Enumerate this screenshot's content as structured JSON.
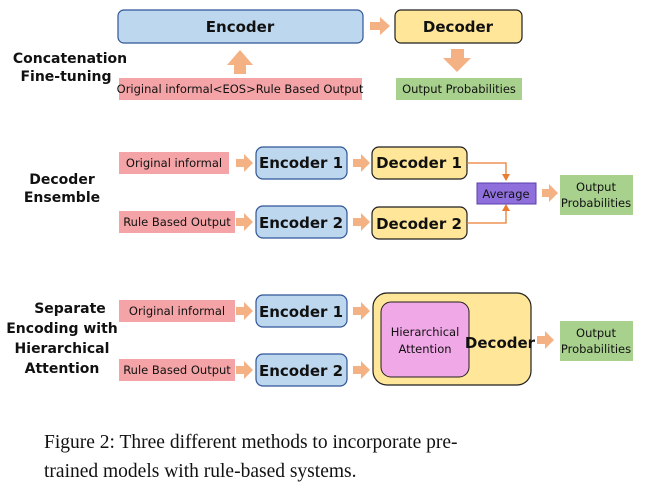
{
  "sections": {
    "concat": {
      "title_lines": [
        "Concatenation",
        "Fine-tuning"
      ],
      "encoder": "Encoder",
      "decoder": "Decoder",
      "input": "Original informal<EOS>Rule Based Output",
      "output": "Output Probabilities"
    },
    "ensemble": {
      "title_lines": [
        "Decoder",
        "Ensemble"
      ],
      "input1": "Original informal",
      "input2": "Rule Based Output",
      "encoder1": "Encoder 1",
      "encoder2": "Encoder 2",
      "decoder1": "Decoder 1",
      "decoder2": "Decoder 2",
      "average": "Average",
      "output_lines": [
        "Output",
        "Probabilities"
      ]
    },
    "separate": {
      "title_lines": [
        "Separate",
        "Encoding with",
        "Hierarchical",
        "Attention"
      ],
      "input1": "Original informal",
      "input2": "Rule Based Output",
      "encoder1": "Encoder 1",
      "encoder2": "Encoder 2",
      "attention_lines": [
        "Hierarchical",
        "Attention"
      ],
      "decoder": "Decoder",
      "output_lines": [
        "Output",
        "Probabilities"
      ]
    }
  },
  "caption": {
    "line1": "Figure 2:  Three different methods to incorporate pre-",
    "line2": "trained models with rule-based systems."
  },
  "colors": {
    "encoder_fill": "#bdd7ee",
    "encoder_stroke": "#2f5597",
    "decoder_fill": "#ffe699",
    "decoder_stroke": "#1f1f1f",
    "input_fill": "#f4a4a7",
    "output_fill": "#a9d18e",
    "average_fill": "#8f6fdb",
    "attention_fill": "#f0a8e6",
    "arrow": "#f4b183",
    "arrow_line": "#e97d32"
  }
}
